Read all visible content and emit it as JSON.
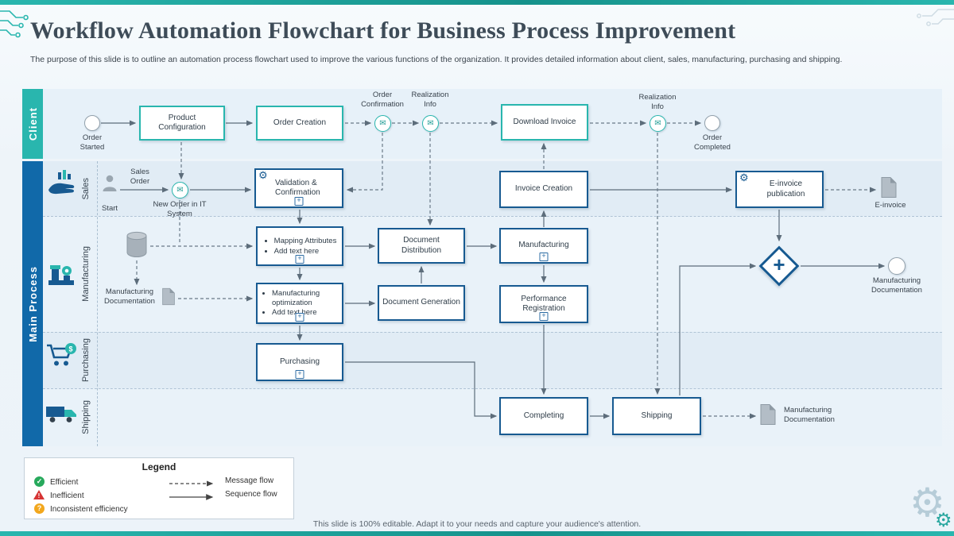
{
  "slide": {
    "title": "Workflow Automation Flowchart for Business Process Improvement",
    "description": "The purpose of this slide is to outline an automation process flowchart used to improve the various functions of the organization. It provides detailed information about client, sales, manufacturing, purchasing and shipping.",
    "footer": "This slide is 100% editable. Adapt it to your needs and capture your audience's attention."
  },
  "lanes": {
    "client": "Client",
    "main": "Main Process",
    "sublanes": {
      "sales": "Sales",
      "manufacturing": "Manufacturing",
      "purchasing": "Purchasing",
      "shipping": "Shipping"
    }
  },
  "client_flow": {
    "order_started": "Order Started",
    "product_configuration": "Product Configuration",
    "order_creation": "Order Creation",
    "order_confirmation": "Order Confirmation",
    "realization_info": "Realization Info",
    "download_invoice": "Download Invoice",
    "realization_info_2": "Realization Info",
    "order_completed": "Order Completed"
  },
  "sales_flow": {
    "sales_order": "Sales Order",
    "start": "Start",
    "new_order": "New Order in IT System",
    "validation": "Validation & Confirmation",
    "invoice_creation": "Invoice Creation",
    "einvoice_publication": "E-invoice publication",
    "einvoice": "E-invoice"
  },
  "manufacturing_flow": {
    "documentation": "Manufacturing Documentation",
    "mapping_attributes": "Mapping Attributes",
    "add_text_1": "Add text here",
    "document_distribution": "Document Distribution",
    "manufacturing": "Manufacturing",
    "optimization": "Manufacturing optimization",
    "add_text_2": "Add text here",
    "document_generation": "Document Generation",
    "performance_registration": "Performance Registration",
    "end_documentation": "Manufacturing Documentation"
  },
  "purchasing_flow": {
    "purchasing": "Purchasing"
  },
  "shipping_flow": {
    "completing": "Completing",
    "shipping": "Shipping",
    "documentation": "Manufacturing Documentation"
  },
  "legend": {
    "title": "Legend",
    "efficient": "Efficient",
    "inefficient": "Inefficient",
    "inconsistent": "Inconsistent efficiency",
    "message_flow": "Message flow",
    "sequence_flow": "Sequence flow"
  },
  "icons": {
    "envelope": "✉",
    "gear": "⚙",
    "plus": "+",
    "check": "✓",
    "exclamation": "!",
    "question": "?",
    "dollar": "$"
  },
  "colors": {
    "teal": "#29b6ae",
    "blue": "#175a91",
    "lane_blue": "#1169a9",
    "green": "#27a95c",
    "red": "#d63434",
    "amber": "#f2a71d"
  }
}
